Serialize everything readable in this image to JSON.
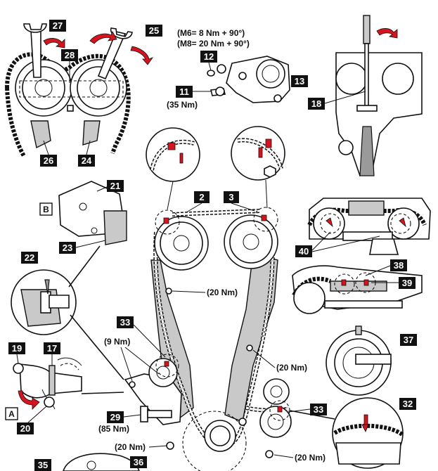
{
  "colors": {
    "accent": "#d4141e",
    "ink": "#111111",
    "shade": "#c9c9c9"
  },
  "callouts": {
    "c2": "2",
    "c3": "3",
    "c11": "11",
    "c12": "12",
    "c13": "13",
    "c17": "17",
    "c18": "18",
    "c19": "19",
    "c20": "20",
    "c21": "21",
    "c22": "22",
    "c23": "23",
    "c24": "24",
    "c25": "25",
    "c26": "26",
    "c27": "27",
    "c28": "28",
    "c29": "29",
    "c32": "32",
    "c33a": "33",
    "c33b": "33",
    "c35": "35",
    "c36": "36",
    "c37": "37",
    "c38": "38",
    "c39": "39",
    "c40": "40"
  },
  "views": {
    "A": "A",
    "B": "B"
  },
  "torques": {
    "m6": "(M6= 8 Nm + 90°)",
    "m8": "(M8= 20 Nm + 90°)",
    "t35": "(35 Nm)",
    "t20_center": "(20 Nm)",
    "t9": "(9 Nm)",
    "t20_right": "(20 Nm)",
    "t85": "(85 Nm)",
    "t20_lower_left": "(20 Nm)",
    "t20_lower_right": "(20 Nm)"
  }
}
